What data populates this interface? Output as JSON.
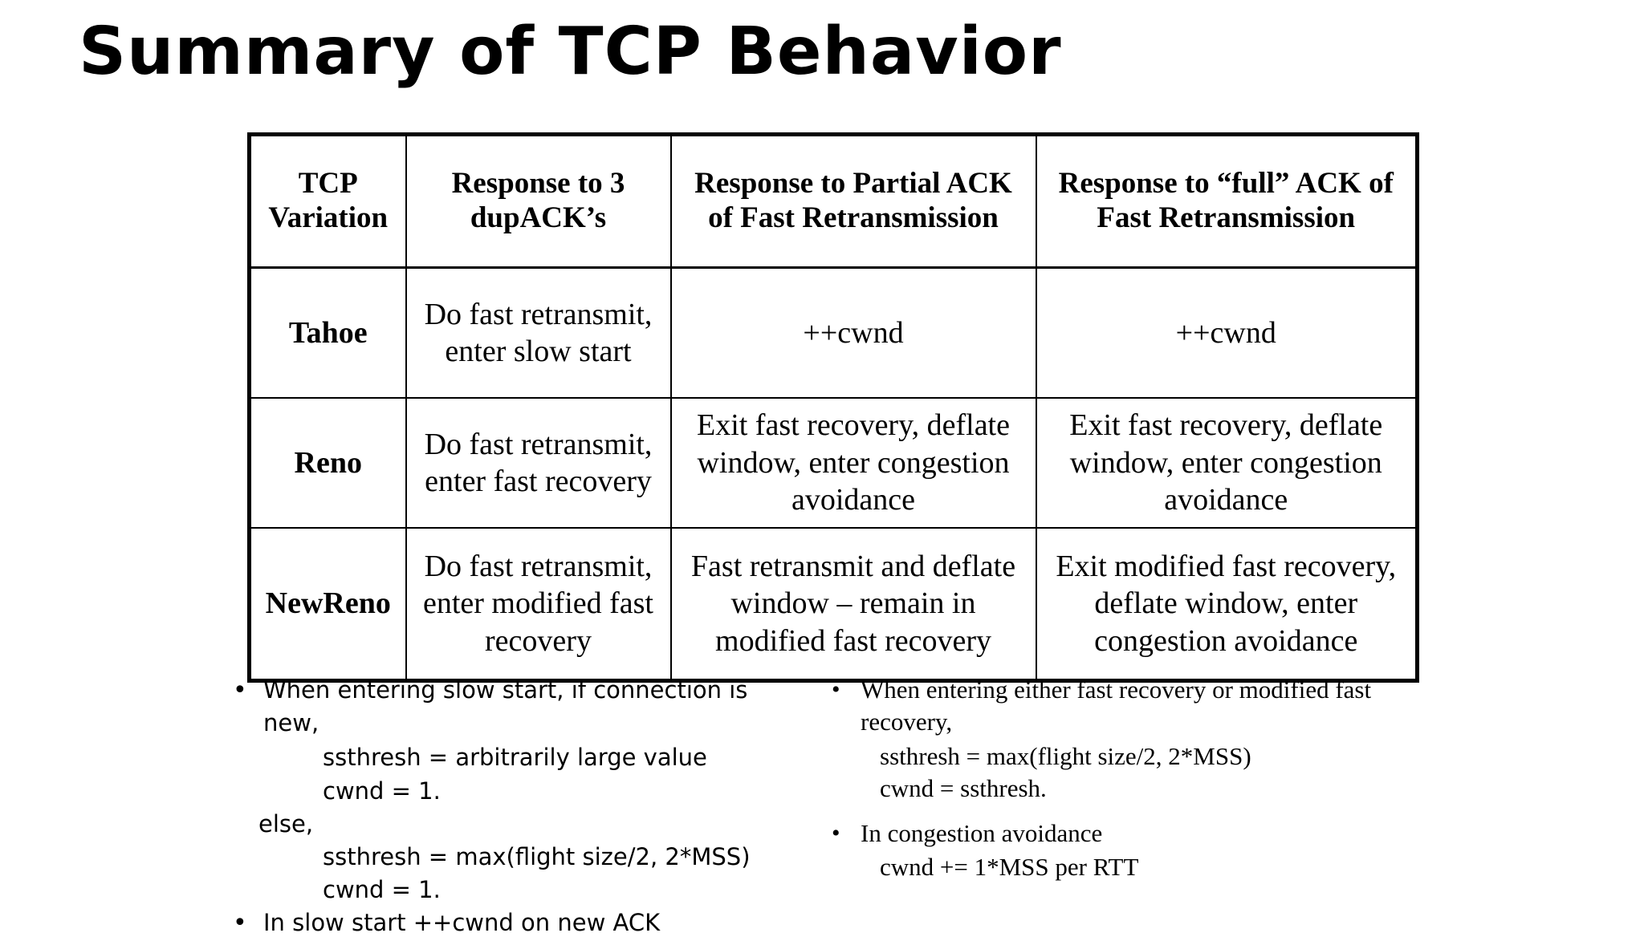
{
  "slide": {
    "title": "Summary of TCP Behavior"
  },
  "table": {
    "headers": [
      "TCP Variation",
      "Response to 3 dupACK’s",
      "Response to Partial ACK of Fast Retransmission",
      "Response to “full” ACK of Fast Retransmission"
    ],
    "rows": [
      {
        "variation": "Tahoe",
        "dupack": "Do fast retransmit, enter slow start",
        "partial_ack": "++cwnd",
        "full_ack": "++cwnd"
      },
      {
        "variation": "Reno",
        "dupack": "Do fast retransmit, enter fast recovery",
        "partial_ack": "Exit fast recovery, deflate window, enter congestion avoidance",
        "full_ack": "Exit fast recovery, deflate window, enter congestion avoidance"
      },
      {
        "variation": "NewReno",
        "dupack": "Do fast retransmit, enter modified fast recovery",
        "partial_ack": "Fast retransmit and deflate window – remain in modified fast recovery",
        "full_ack": "Exit modified fast recovery, deflate window, enter congestion avoidance"
      }
    ]
  },
  "notes": {
    "bullet_glyph": "•",
    "left": {
      "b1_text": "When entering slow start, if connection is new,",
      "b1_line1": "ssthresh = arbitrarily large value",
      "b1_line2": "cwnd = 1.",
      "b1_else": "else,",
      "b1_line3": "ssthresh = max(flight size/2, 2*MSS)",
      "b1_line4": "cwnd = 1.",
      "b2_text": "In slow start ++cwnd on new ACK"
    },
    "right": {
      "b1_text": "When entering either fast recovery or modified fast recovery,",
      "b1_line1": "ssthresh = max(flight size/2, 2*MSS)",
      "b1_line2": "cwnd = ssthresh.",
      "b2_text": "In congestion avoidance",
      "b2_line1": "cwnd += 1*MSS per RTT"
    }
  }
}
